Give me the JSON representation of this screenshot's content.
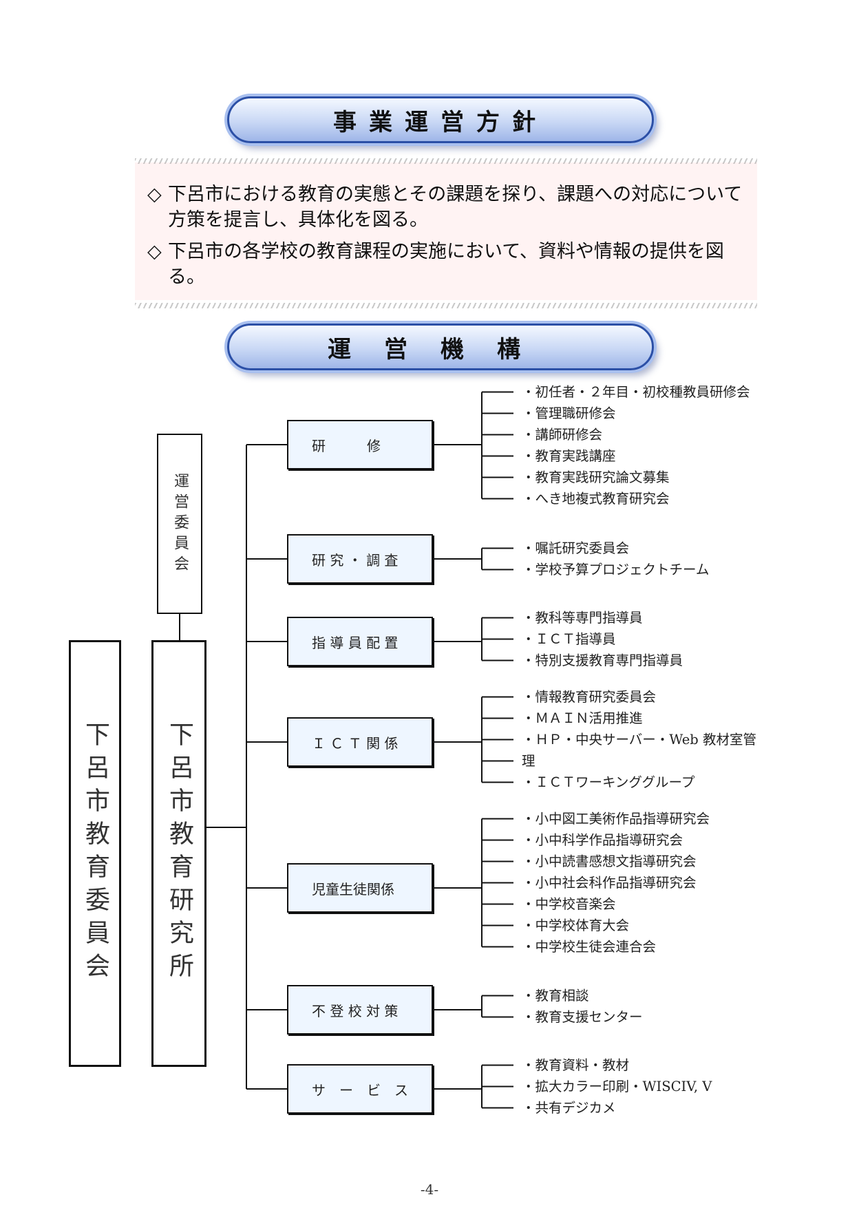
{
  "banners": {
    "policy_title": "事業運営方針",
    "org_title": "運営機構"
  },
  "policy": {
    "mark": "◇",
    "items": [
      "下呂市における教育の実態とその課題を探り、課題への対応について方策を提言し、具体化を図る。",
      "下呂市の各学校の教育課程の実施において、資料や情報の提供を図る。"
    ]
  },
  "org": {
    "board": "下呂市教育委員会",
    "institute": "下呂市教育研究所",
    "committee": "運営委員会",
    "categories": [
      {
        "label": "研　　　修",
        "items": [
          "・初任者・２年目・初校種教員研修会",
          "・管理職研修会",
          "・講師研修会",
          "・教育実践講座",
          "・教育実践研究論文募集",
          "・へき地複式教育研究会"
        ]
      },
      {
        "label": "研 究 ・ 調 査",
        "items": [
          "・嘱託研究委員会",
          "・学校予算プロジェクトチーム"
        ]
      },
      {
        "label": "指 導 員 配 置",
        "items": [
          "・教科等専門指導員",
          "・ＩＣＴ指導員",
          "・特別支援教育専門指導員"
        ]
      },
      {
        "label": "Ｉ Ｃ Ｔ 関 係",
        "items": [
          "・情報教育研究委員会",
          "・ＭＡＩＮ活用推進",
          "・ＨＰ・中央サーバー・Web 教材室管",
          "理",
          "・ＩＣＴワーキンググループ"
        ]
      },
      {
        "label": "児童生徒関係",
        "items": [
          "・小中図工美術作品指導研究会",
          "・小中科学作品指導研究会",
          "・小中読書感想文指導研究会",
          "・小中社会科作品指導研究会",
          "・中学校音楽会",
          "・中学校体育大会",
          "・中学校生徒会連合会"
        ]
      },
      {
        "label": "不 登 校 対 策",
        "items": [
          "・教育相談",
          "・教育支援センター"
        ]
      },
      {
        "label": "サ　ー　ビ　ス",
        "items": [
          "・教育資料・教材",
          "・拡大カラー印刷・WISCIV, V",
          "・共有デジカメ"
        ]
      }
    ]
  },
  "footer": {
    "page_number": "-4-"
  }
}
